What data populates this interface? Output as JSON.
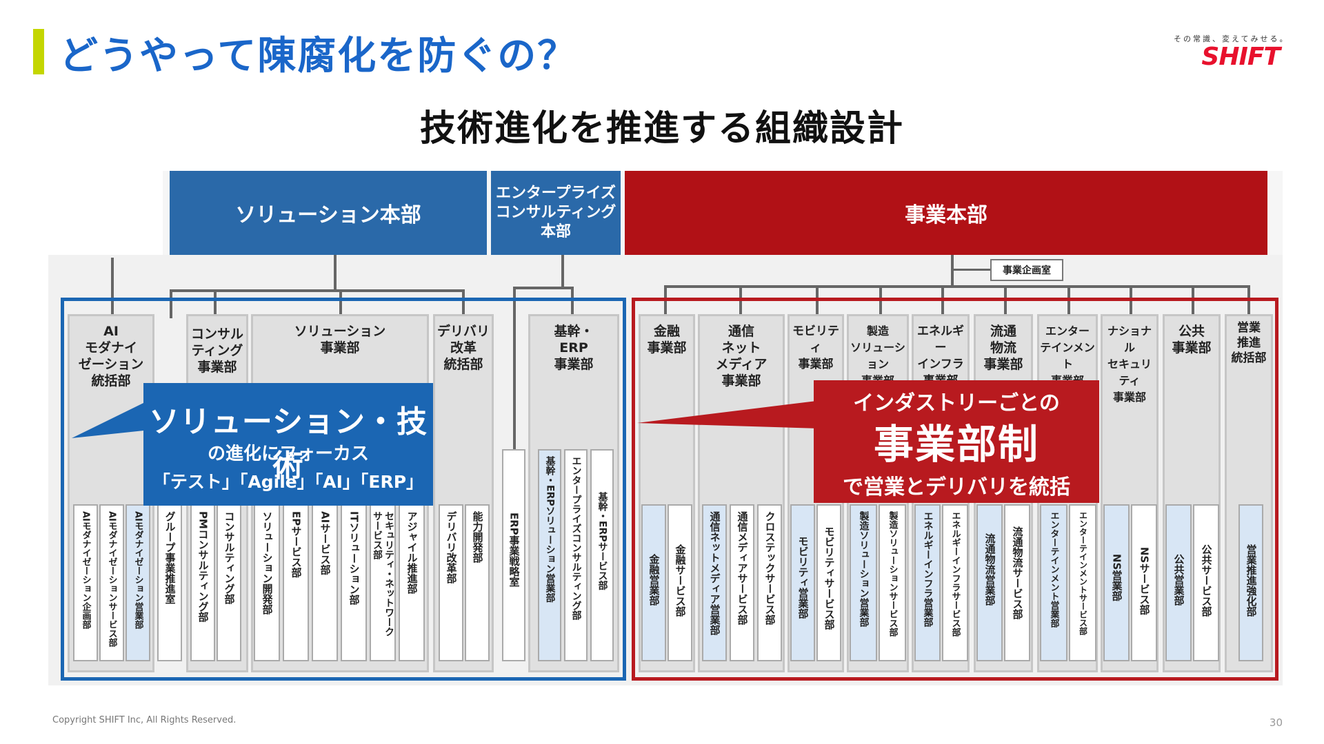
{
  "header": {
    "title": "どうやって陳腐化を防ぐの？",
    "logo_tagline": "その常識、変えてみせる。",
    "logo_text": "SHIFT"
  },
  "subtitle": "技術進化を推進する組織設計",
  "divisions": {
    "solution": "ソリューション本部",
    "enterprise": "エンタープライズ\nコンサルティング\n本部",
    "business": "事業本部"
  },
  "planning_office": "事業企画室",
  "departments": {
    "ai": "AI\nモダナイ\nゼーション\n統括部",
    "consulting": "コンサル\nティング\n事業部",
    "solution": "ソリューション\n事業部",
    "delivery": "デリバリ\n改革\n統括部",
    "erp": "基幹・\nERP\n事業部",
    "finance": "金融\n事業部",
    "telecom": "通信\nネット\nメディア\n事業部",
    "mobility": "モビリティ\n事業部",
    "manufacturing": "製造\nソリューション\n事業部",
    "energy": "エネルギー\nインフラ\n事業部",
    "logistics": "流通\n物流\n事業部",
    "entertainment": "エンター\nテインメント\n事業部",
    "national": "ナショナル\nセキュリティ\n事業部",
    "public": "公共\n事業部",
    "sales": "営業\n推進\n統括部"
  },
  "sections": {
    "ai_1": "AIモダナイゼーション企画部",
    "ai_2": "AIモダナイゼーションサービス部",
    "ai_3": "AIモダナイゼーション営業部",
    "group": "グループ事業推進室",
    "pmo": "PMコンサルティング部",
    "consult": "コンサルティング部",
    "sol_dev": "ソリューション開発部",
    "ep": "EPサービス部",
    "ai_svc": "AIサービス部",
    "it_sol": "ITソリューション部",
    "security": "セキュリティ・ネットワーク\nサービス部",
    "agile": "アジャイル推進部",
    "delivery_reform": "デリバリ改革部",
    "capability": "能力開発部",
    "erp_strategy": "ERP事業戦略室",
    "erp_sales": "基幹・ERPソリューション営業部",
    "enterprise_consult": "エンタープライズコンサルティング部",
    "erp_service": "基幹・ERPサービス部",
    "fin_sales": "金融営業部",
    "fin_service": "金融サービス部",
    "tel_sales": "通信ネットメディア営業部",
    "tel_service": "通信メディアサービス部",
    "crosstech": "クロステックサービス部",
    "mob_sales": "モビリティ営業部",
    "mob_service": "モビリティサービス部",
    "mfg_sales": "製造ソリューション営業部",
    "mfg_service": "製造ソリューションサービス部",
    "energy_sales": "エネルギーインフラ営業部",
    "energy_service": "エネルギーインフラサービス部",
    "log_sales": "流通物流営業部",
    "log_service": "流通物流サービス部",
    "ent_sales": "エンターテインメント営業部",
    "ent_service": "エンターテインメントサービス部",
    "ns_sales": "NS営業部",
    "ns_service": "NSサービス部",
    "pub_sales": "公共営業部",
    "pub_service": "公共サービス部",
    "sales_promo": "営業推進強化部"
  },
  "callout_blue": {
    "line1": "ソリューション・技術",
    "line2": "の進化にフォーカス",
    "line3": "「テスト」「Agile」「AI」「ERP」"
  },
  "callout_red": {
    "line1": "インダストリーごとの",
    "line2": "事業部制",
    "line3": "で営業とデリバリを統括"
  },
  "footer": {
    "copyright": "Copyright SHIFT Inc, All Rights Reserved.",
    "page": "30"
  },
  "colors": {
    "accent_blue": "#1b66b3",
    "accent_red": "#b81a1f",
    "title_blue": "#1a66c9",
    "title_bar": "#c4d600"
  }
}
